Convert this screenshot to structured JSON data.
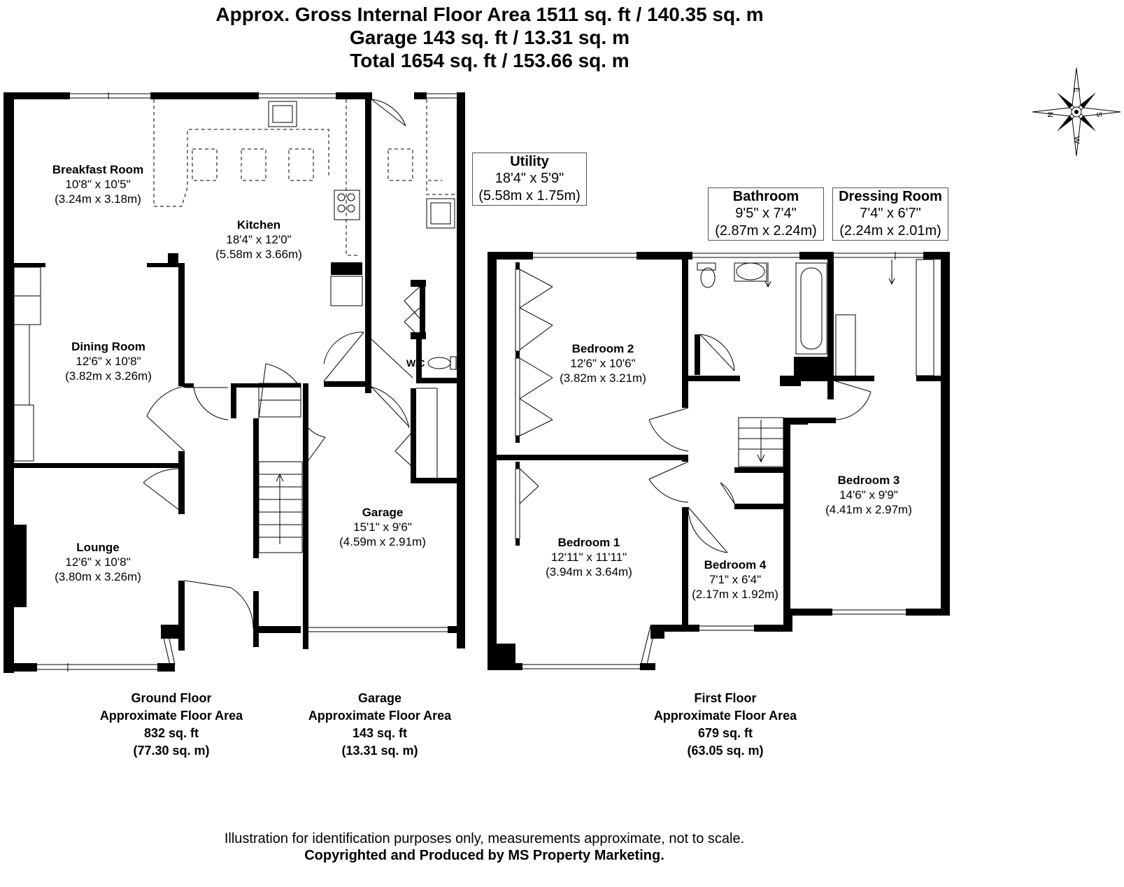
{
  "header": {
    "line1": "Approx. Gross Internal Floor Area 1511 sq. ft / 140.35 sq. m",
    "line2": "Garage 143 sq. ft / 13.31 sq. m",
    "line3": "Total 1654 sq. ft / 153.66 sq. m"
  },
  "rooms": {
    "breakfast": {
      "name": "Breakfast Room",
      "imp": "10'8\" x 10'5\"",
      "met": "(3.24m x 3.18m)"
    },
    "kitchen": {
      "name": "Kitchen",
      "imp": "18'4\" x 12'0\"",
      "met": "(5.58m x 3.66m)"
    },
    "utility": {
      "name": "Utility",
      "imp": "18'4\" x 5'9\"",
      "met": "(5.58m x 1.75m)"
    },
    "dining": {
      "name": "Dining Room",
      "imp": "12'6\" x 10'8\"",
      "met": "(3.82m x 3.26m)"
    },
    "lounge": {
      "name": "Lounge",
      "imp": "12'6\" x 10'8\"",
      "met": "(3.80m x 3.26m)"
    },
    "garage": {
      "name": "Garage",
      "imp": "15'1\" x 9'6\"",
      "met": "(4.59m x 2.91m)"
    },
    "wc": {
      "name": "W.C"
    },
    "bathroom": {
      "name": "Bathroom",
      "imp": "9'5\" x 7'4\"",
      "met": "(2.87m x 2.24m)"
    },
    "dressing": {
      "name": "Dressing Room",
      "imp": "7'4\" x 6'7\"",
      "met": "(2.24m x 2.01m)"
    },
    "bedroom2": {
      "name": "Bedroom 2",
      "imp": "12'6\" x 10'6\"",
      "met": "(3.82m x 3.21m)"
    },
    "bedroom1": {
      "name": "Bedroom 1",
      "imp": "12'11\" x 11'11\"",
      "met": "(3.94m x 3.64m)"
    },
    "bedroom3": {
      "name": "Bedroom 3",
      "imp": "14'6\" x 9'9\"",
      "met": "(4.41m x 2.97m)"
    },
    "bedroom4": {
      "name": "Bedroom 4",
      "imp": "7'1\" x 6'4\"",
      "met": "(2.17m x 1.92m)"
    }
  },
  "floors": {
    "ground": {
      "name": "Ground Floor",
      "label": "Approximate Floor Area",
      "sqft": "832 sq. ft",
      "sqm": "(77.30 sq. m)"
    },
    "garage": {
      "name": "Garage",
      "label": "Approximate Floor Area",
      "sqft": "143 sq. ft",
      "sqm": "(13.31 sq. m)"
    },
    "first": {
      "name": "First Floor",
      "label": "Approximate Floor Area",
      "sqft": "679 sq. ft",
      "sqm": "(63.05 sq. m)"
    }
  },
  "compass": {
    "n": "N",
    "e": "E",
    "s": "S",
    "w": "W"
  },
  "footer": {
    "disclaimer": "Illustration for identification purposes only, measurements approximate, not to scale.",
    "copyright": "Copyrighted  and Produced by MS Property Marketing."
  }
}
